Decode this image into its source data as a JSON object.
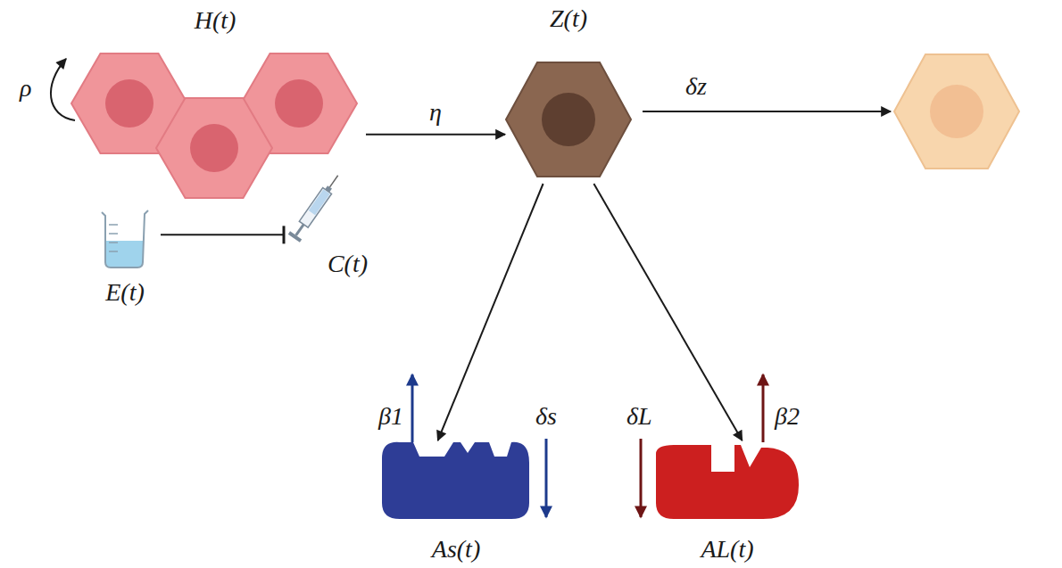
{
  "diagram": {
    "nodes": [
      {
        "text": [
          "H(t)"
        ]
      },
      {
        "text": [
          "E(t)"
        ]
      },
      {
        "text": [
          "C(t)"
        ]
      },
      {
        "text": [
          "Z(t)"
        ]
      },
      {
        "text": [
          "As(t)"
        ]
      },
      {
        "text": [
          "AL(t)"
        ]
      }
    ],
    "edges": [
      {
        "from": 0,
        "to": 3,
        "arrow": "to",
        "label": "η"
      },
      {
        "from": 1,
        "to": 2,
        "arrow": "to"
      },
      {
        "from": 3,
        "to": 4,
        "arrow": "to"
      },
      {
        "from": 3,
        "to": 5,
        "arrow": "to"
      }
    ],
    "labels": [
      "ρ",
      "δz",
      "β1",
      "δs",
      "δL",
      "β2"
    ]
  }
}
